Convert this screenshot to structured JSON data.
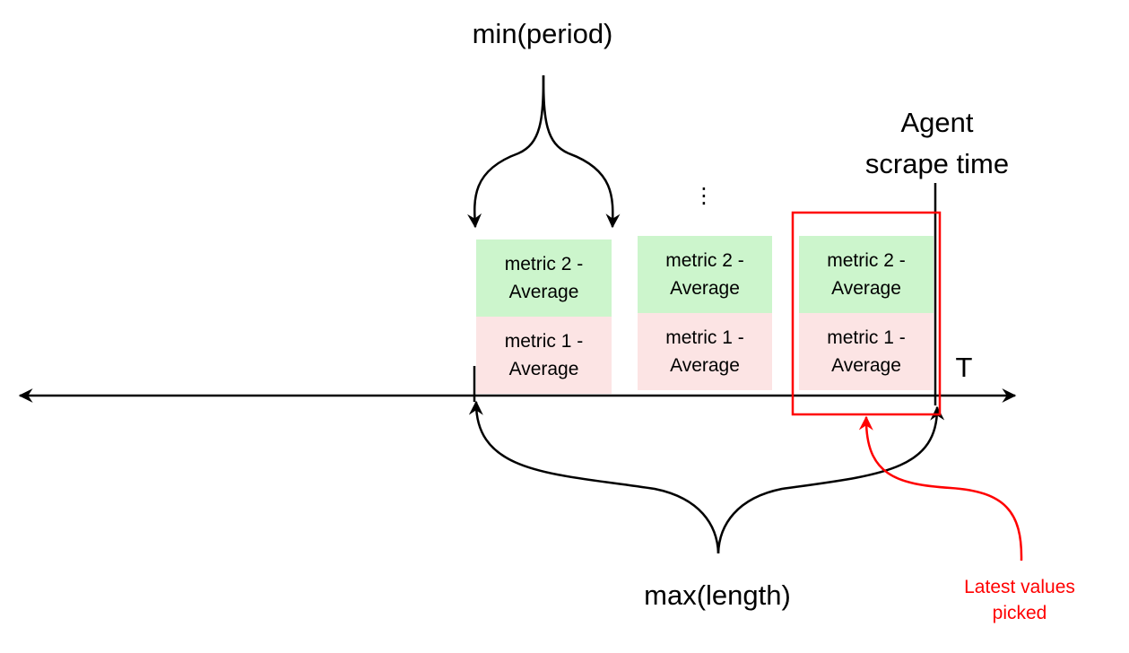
{
  "labels": {
    "min_period": "min(period)",
    "max_length": "max(length)",
    "agent_scrape_time": "Agent\nscrape time",
    "time_axis": "T",
    "ellipsis": "⋮",
    "latest_values_picked": "Latest values\npicked"
  },
  "columns": [
    {
      "top": "metric 2 -\nAverage",
      "bottom": "metric 1 -\nAverage"
    },
    {
      "top": "metric 2 -\nAverage",
      "bottom": "metric 1 -\nAverage"
    },
    {
      "top": "metric 2 -\nAverage",
      "bottom": "metric 1 -\nAverage"
    }
  ],
  "colors": {
    "metric2_fill": "#ccf5cc",
    "metric1_fill": "#fce4e4",
    "highlight": "#ff0000",
    "line": "#000000"
  },
  "icons": {
    "axis_arrows": "double-headed-arrow",
    "braces": "curly-brace-arrows"
  }
}
